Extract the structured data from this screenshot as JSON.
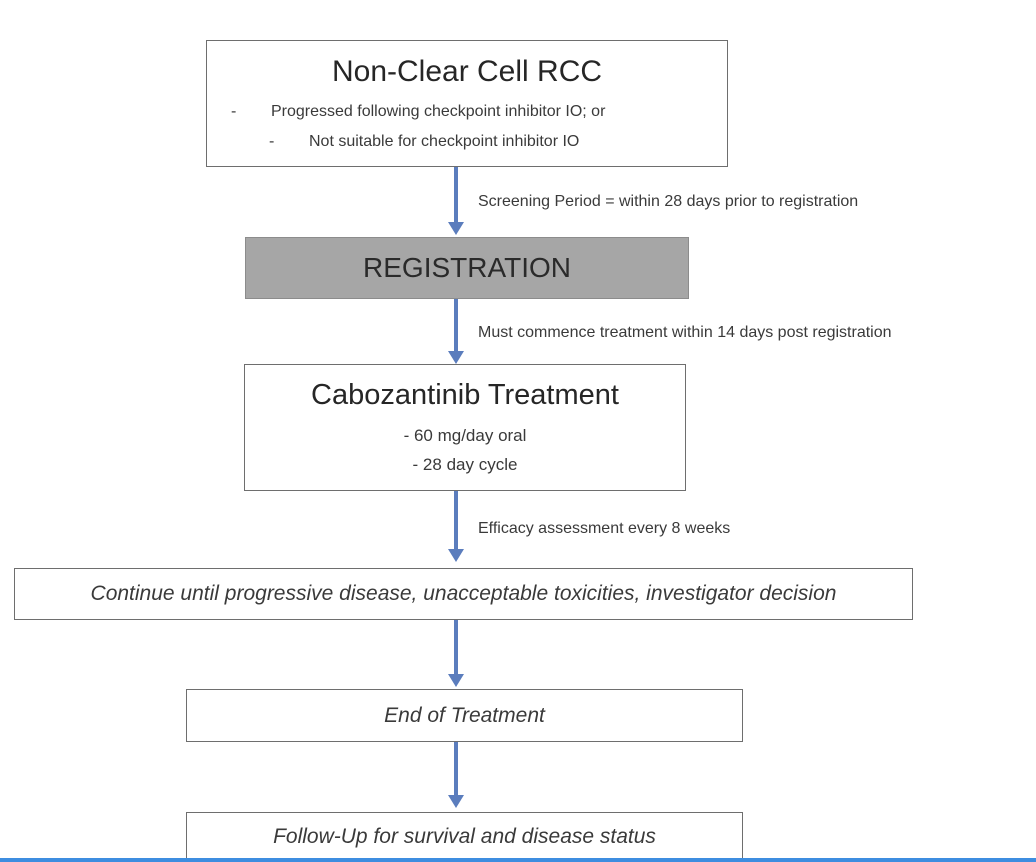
{
  "nodes": {
    "non_clear": {
      "title": "Non-Clear Cell RCC",
      "bullets": [
        "Progressed following checkpoint inhibitor IO; or",
        "Not suitable for checkpoint inhibitor IO"
      ],
      "bullet_marker": "-"
    },
    "registration": {
      "title": "REGISTRATION",
      "fill": "#a6a6a6"
    },
    "treatment": {
      "title": "Cabozantinib Treatment",
      "lines": [
        "- 60 mg/day oral",
        "- 28 day cycle"
      ]
    },
    "continue": {
      "title": "Continue until progressive disease, unacceptable toxicities, investigator decision"
    },
    "end": {
      "title": "End of Treatment"
    },
    "follow_up": {
      "title": "Follow-Up for survival and disease status"
    }
  },
  "edges": [
    {
      "from": "non_clear",
      "to": "registration",
      "label": "Screening Period = within 28 days prior to registration"
    },
    {
      "from": "registration",
      "to": "treatment",
      "label": "Must commence treatment within 14 days post registration"
    },
    {
      "from": "treatment",
      "to": "continue",
      "label": "Efficacy assessment every 8 weeks"
    },
    {
      "from": "continue",
      "to": "end",
      "label": ""
    },
    {
      "from": "end",
      "to": "follow_up",
      "label": ""
    }
  ],
  "colors": {
    "arrow": "#5b7dbd",
    "border": "#6e6e6e",
    "registration_fill": "#a6a6a6",
    "bottom_bar": "#3d8de0"
  }
}
